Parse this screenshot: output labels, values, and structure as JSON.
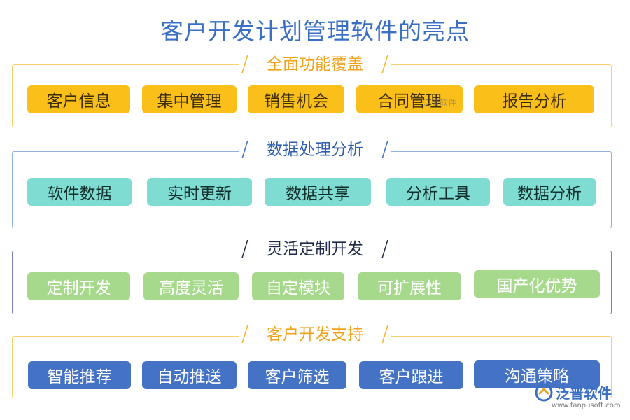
{
  "title": "客户开发计划管理软件的亮点",
  "colors": {
    "title": "#3a6fc4",
    "orange": "#fbbf1a",
    "teal": "#7fdcd3",
    "green": "#a7d98c",
    "blue": "#4472c4"
  },
  "sections": [
    {
      "heading": "全面功能覆盖",
      "items": [
        "客户信息",
        "集中管理",
        "销售机会",
        "合同管理",
        "报告分析"
      ]
    },
    {
      "heading": "数据处理分析",
      "items": [
        "软件数据",
        "实时更新",
        "数据共享",
        "分析工具",
        "数据分析"
      ]
    },
    {
      "heading": "灵活定制开发",
      "items": [
        "定制开发",
        "高度灵活",
        "自定模块",
        "可扩展性",
        "国产化优势"
      ]
    },
    {
      "heading": "客户开发支持",
      "items": [
        "智能推荐",
        "自动推送",
        "客户筛选",
        "客户跟进",
        "沟通策略"
      ]
    }
  ],
  "watermark": "泛普软件",
  "brand": {
    "name": "泛普软件",
    "url": "www.fanpusoft.com",
    "icon": "fanpu-logo-icon"
  }
}
